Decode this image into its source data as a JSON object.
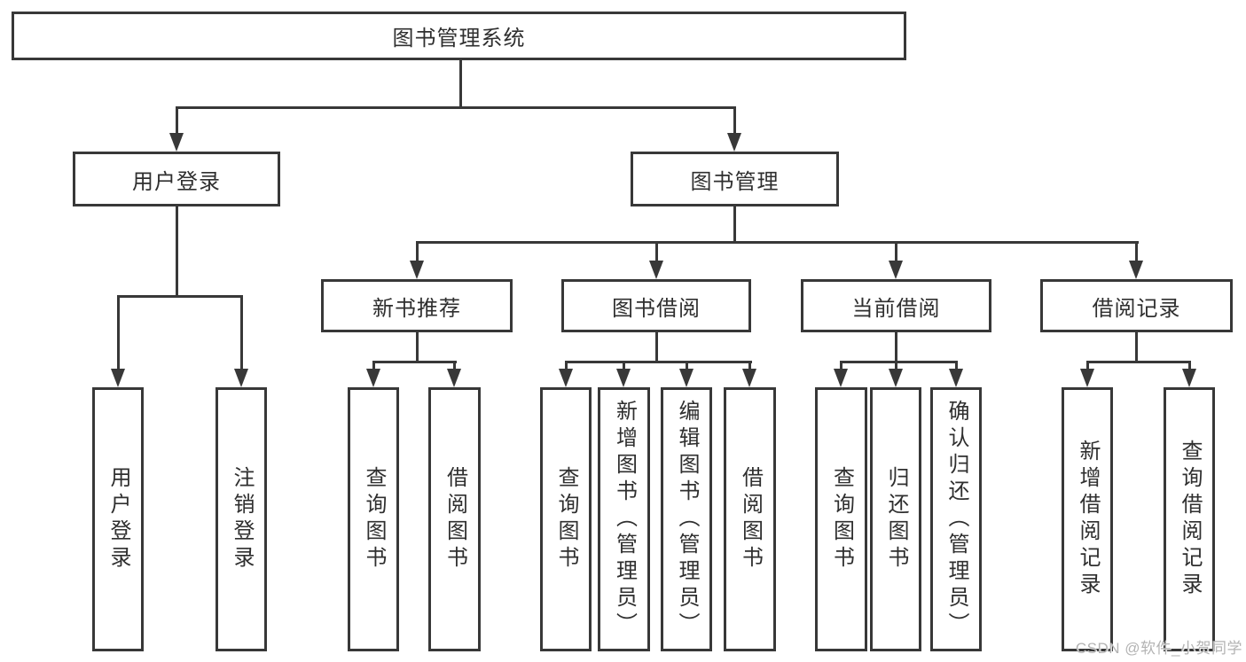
{
  "diagram": {
    "root": "图书管理系统",
    "level2": [
      "用户登录",
      "图书管理"
    ],
    "level3": [
      "新书推荐",
      "图书借阅",
      "当前借阅",
      "借阅记录"
    ],
    "leaves": {
      "user_login": [
        "用户登录",
        "注销登录"
      ],
      "new_book_recommendation": [
        "查询图书",
        "借阅图书"
      ],
      "book_borrowing": [
        "查询图书",
        "新增图书（管理员）",
        "编辑图书（管理员）",
        "借阅图书"
      ],
      "current_borrowing": [
        "查询图书",
        "归还图书",
        "确认归还（管理员）"
      ],
      "borrowing_records": [
        "新增借阅记录",
        "查询借阅记录"
      ]
    }
  },
  "watermark": "CSDN @软件_小贺同学",
  "colors": {
    "line": "#383838",
    "text": "#2f2f2f",
    "watermark": "#b3b3b3",
    "background": "#ffffff"
  }
}
